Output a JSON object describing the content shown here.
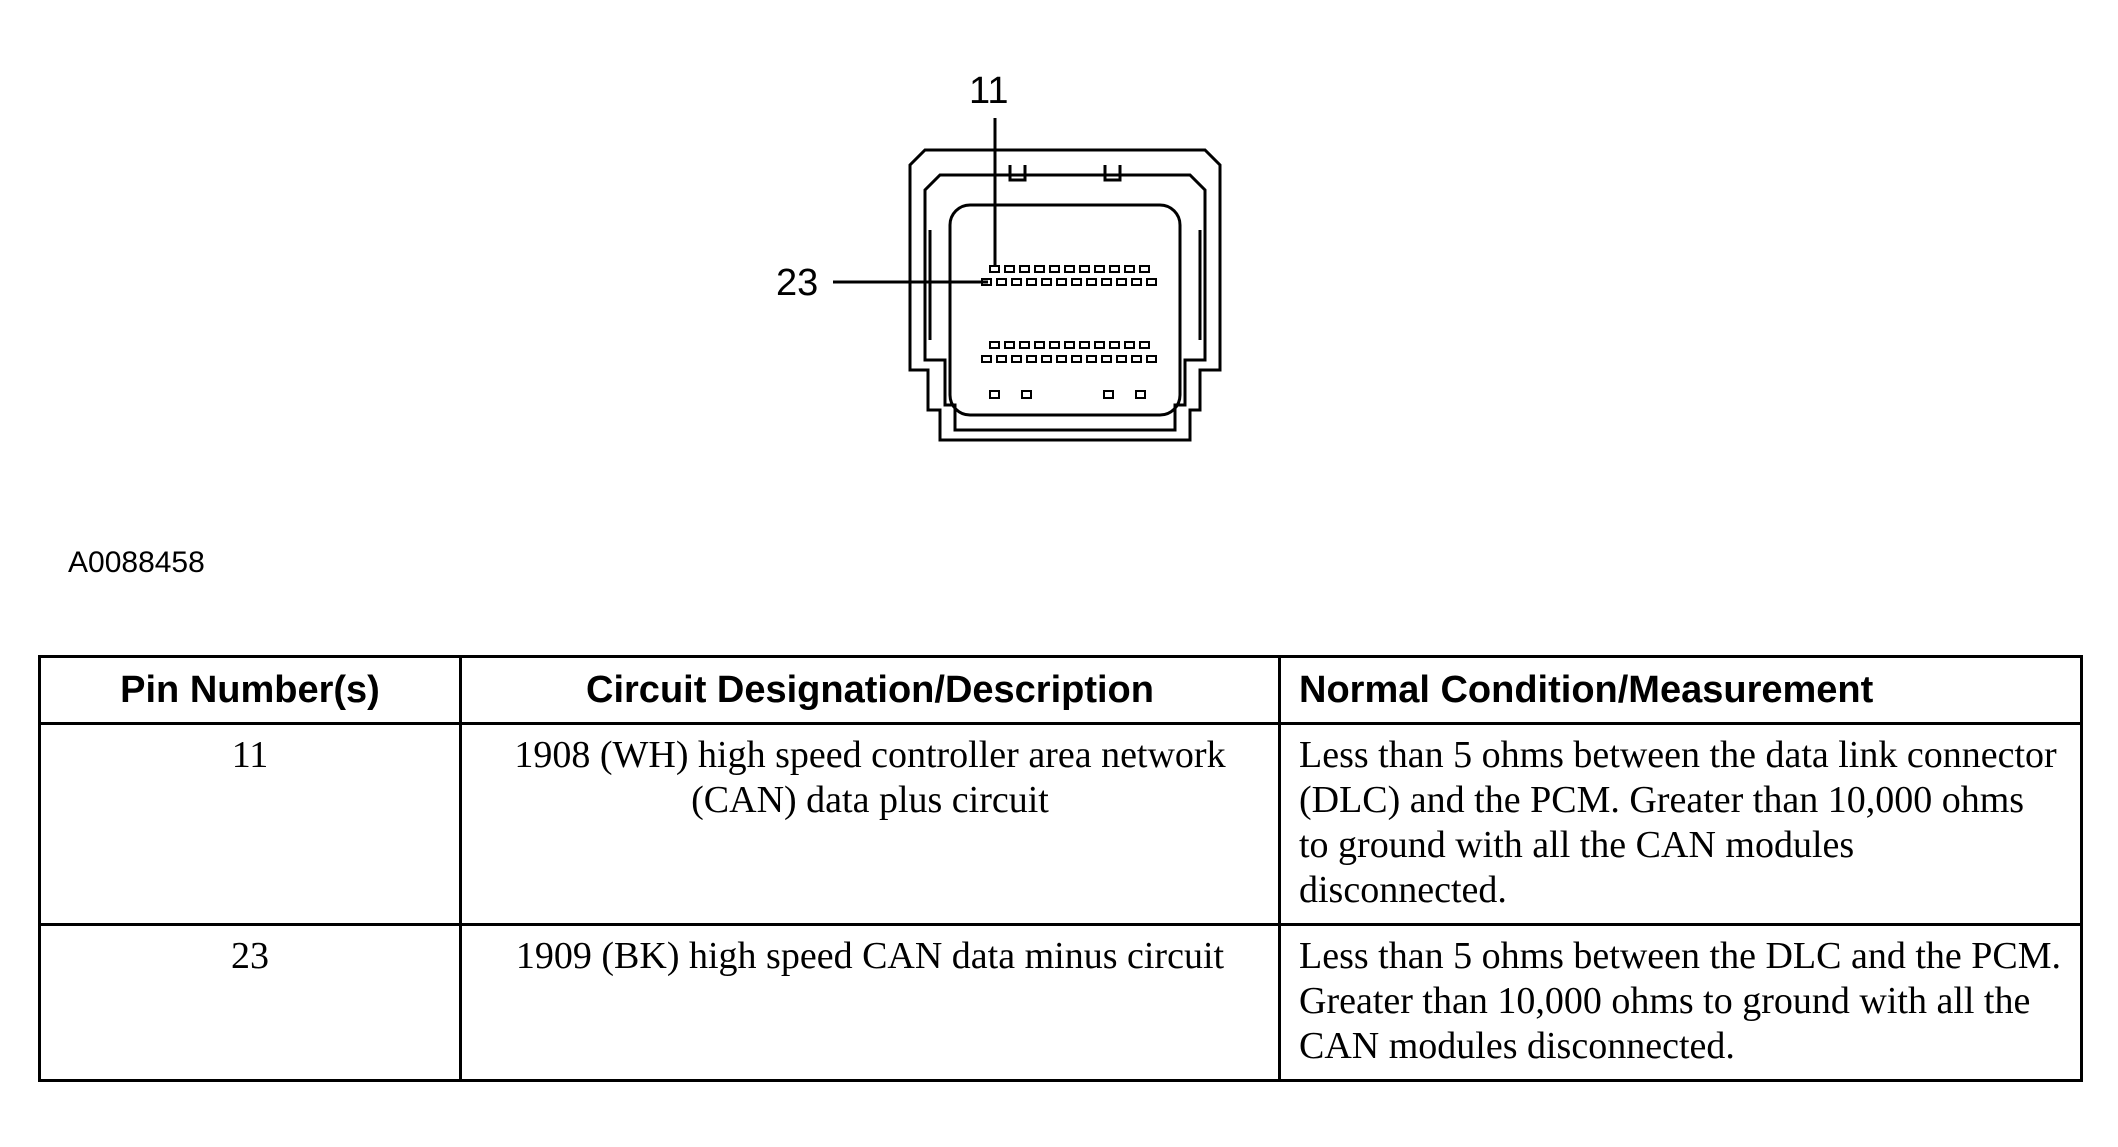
{
  "diagram": {
    "callouts": [
      {
        "label": "11"
      },
      {
        "label": "23"
      }
    ],
    "figure_id": "A0088458"
  },
  "table": {
    "headers": [
      "Pin Number(s)",
      "Circuit Designation/Description",
      "Normal Condition/Measurement"
    ],
    "rows": [
      {
        "pin": "11",
        "circuit": "1908 (WH) high speed controller area network (CAN) data plus circuit",
        "condition": "Less than 5 ohms between the data link connector (DLC) and the PCM. Greater than 10,000 ohms to ground with all the CAN modules disconnected."
      },
      {
        "pin": "23",
        "circuit": "1909 (BK) high speed CAN data minus circuit",
        "condition": "Less than 5 ohms between the DLC and the PCM. Greater than 10,000 ohms to ground with all the CAN modules disconnected."
      }
    ]
  }
}
